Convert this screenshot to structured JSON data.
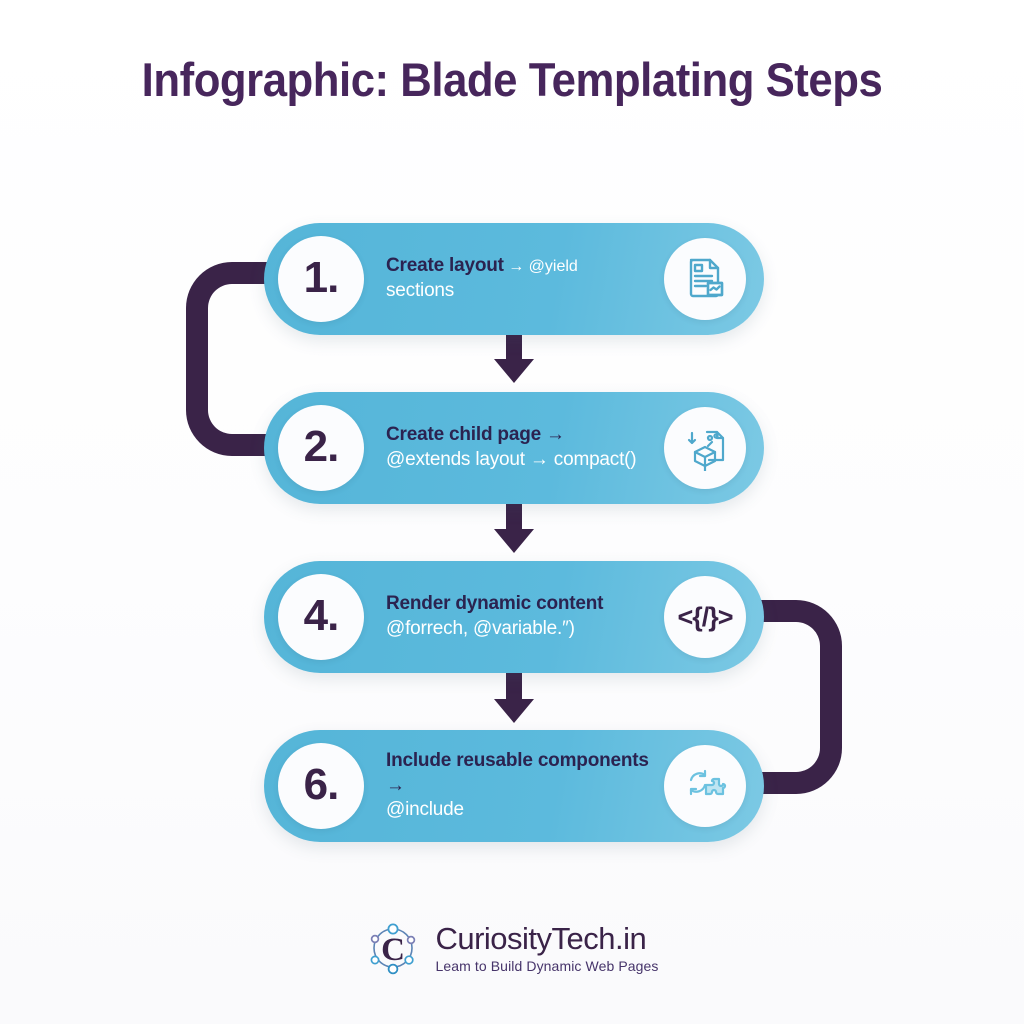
{
  "page": {
    "title": "Infographic: Blade Templating Steps",
    "background_color": "#ffffff",
    "accent_blue": "#5cbadd",
    "accent_purple": "#3a2348",
    "text_dark": "#2b2350"
  },
  "steps": [
    {
      "number": "1.",
      "line_primary": "Create layout",
      "line_primary_suffix": "→ @yield",
      "line_secondary": "sections",
      "icon": "document-lines-icon"
    },
    {
      "number": "2.",
      "line_primary": "Create child page →",
      "line_primary_suffix": "",
      "line_secondary": "@extends layout → compact()",
      "icon": "package-transfer-icon"
    },
    {
      "number": "4.",
      "line_primary": "Render dynamic content",
      "line_primary_suffix": "",
      "line_secondary": "@forrech, @variable.″)",
      "icon": "code-brackets-icon"
    },
    {
      "number": "6.",
      "line_primary": "Include reusable components →",
      "line_primary_suffix": "",
      "line_secondary": "@include",
      "icon": "refresh-puzzle-icon"
    }
  ],
  "connectors": {
    "left_bracket": "left-loop-connector",
    "right_bracket": "right-loop-connector",
    "arrows": [
      "down-arrow-1",
      "down-arrow-2",
      "down-arrow-3"
    ]
  },
  "footer": {
    "brand": "CuriosityTech.in",
    "tagline": "Leam to Build Dynamic Web Pages",
    "logo": "curiositytech-molecule-c-logo"
  }
}
